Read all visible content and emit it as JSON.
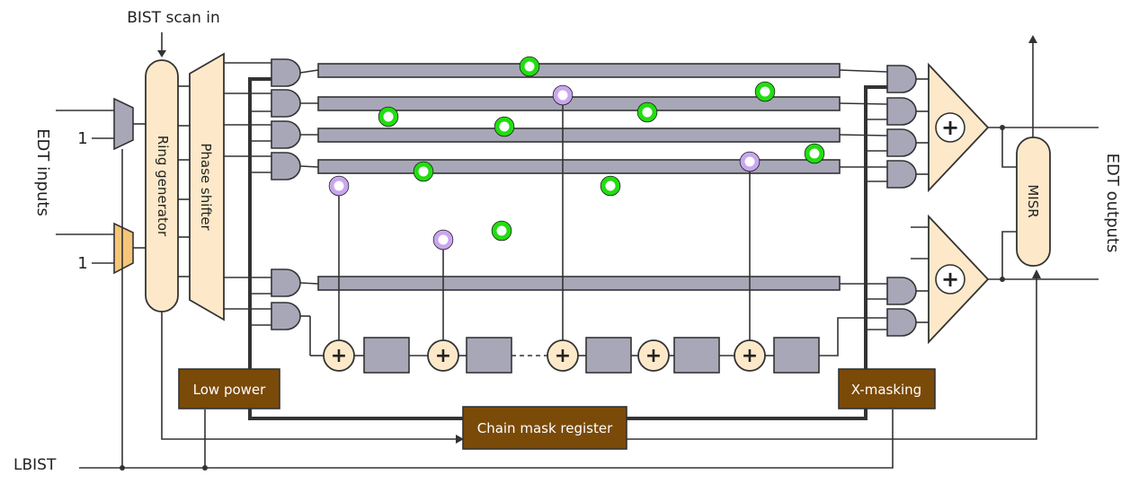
{
  "labels": {
    "bist_scan_in": "BIST scan in",
    "edt_inputs": "EDT inputs",
    "edt_outputs": "EDT outputs",
    "lbist": "LBIST",
    "ring_generator": "Ring generator",
    "phase_shifter": "Phase shifter",
    "misr": "MISR",
    "input_value_1": "1",
    "input_value_2": "1",
    "low_power": "Low power",
    "x_masking": "X-masking",
    "chain_mask_register": "Chain mask register",
    "xor_symbol": "+"
  },
  "colors": {
    "chain_gray": "#a8a7b8",
    "cream": "#fde9c9",
    "brown": "#7a4a09",
    "green_ring": "#22dd11",
    "purple_ring": "#c9a6ef",
    "orange_mux": "#f7c57a"
  }
}
